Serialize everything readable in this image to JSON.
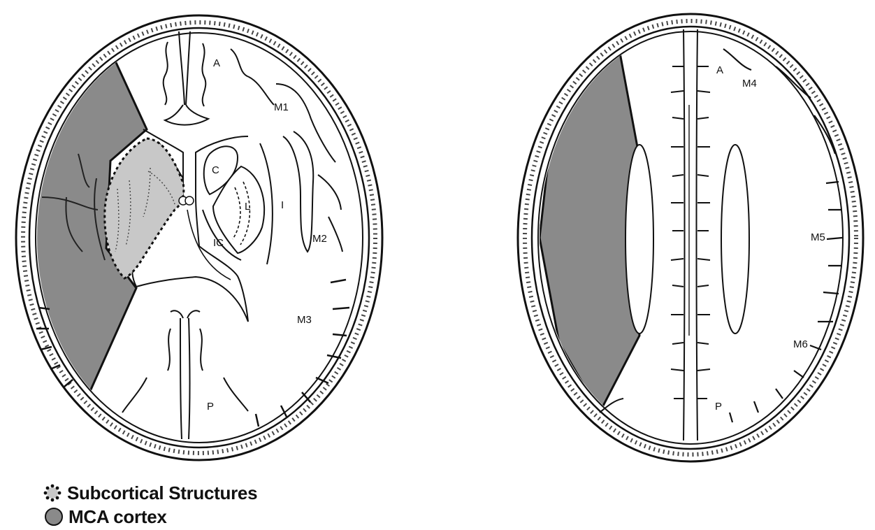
{
  "left_brain": {
    "labels": {
      "A": "A",
      "M1": "M1",
      "C": "C",
      "L": "L",
      "I": "I",
      "IC": "IC",
      "M2": "M2",
      "M3": "M3",
      "P": "P"
    }
  },
  "right_brain": {
    "labels": {
      "A": "A",
      "M4": "M4",
      "M5": "M5",
      "M6": "M6",
      "P": "P"
    }
  },
  "legend": {
    "subcortical": "Subcortical Structures",
    "mca_cortex": "MCA cortex"
  },
  "colors": {
    "mca_fill": "#8a8a8a",
    "subcortical_fill": "#c8c8c8",
    "outline": "#111111",
    "background": "#ffffff"
  }
}
